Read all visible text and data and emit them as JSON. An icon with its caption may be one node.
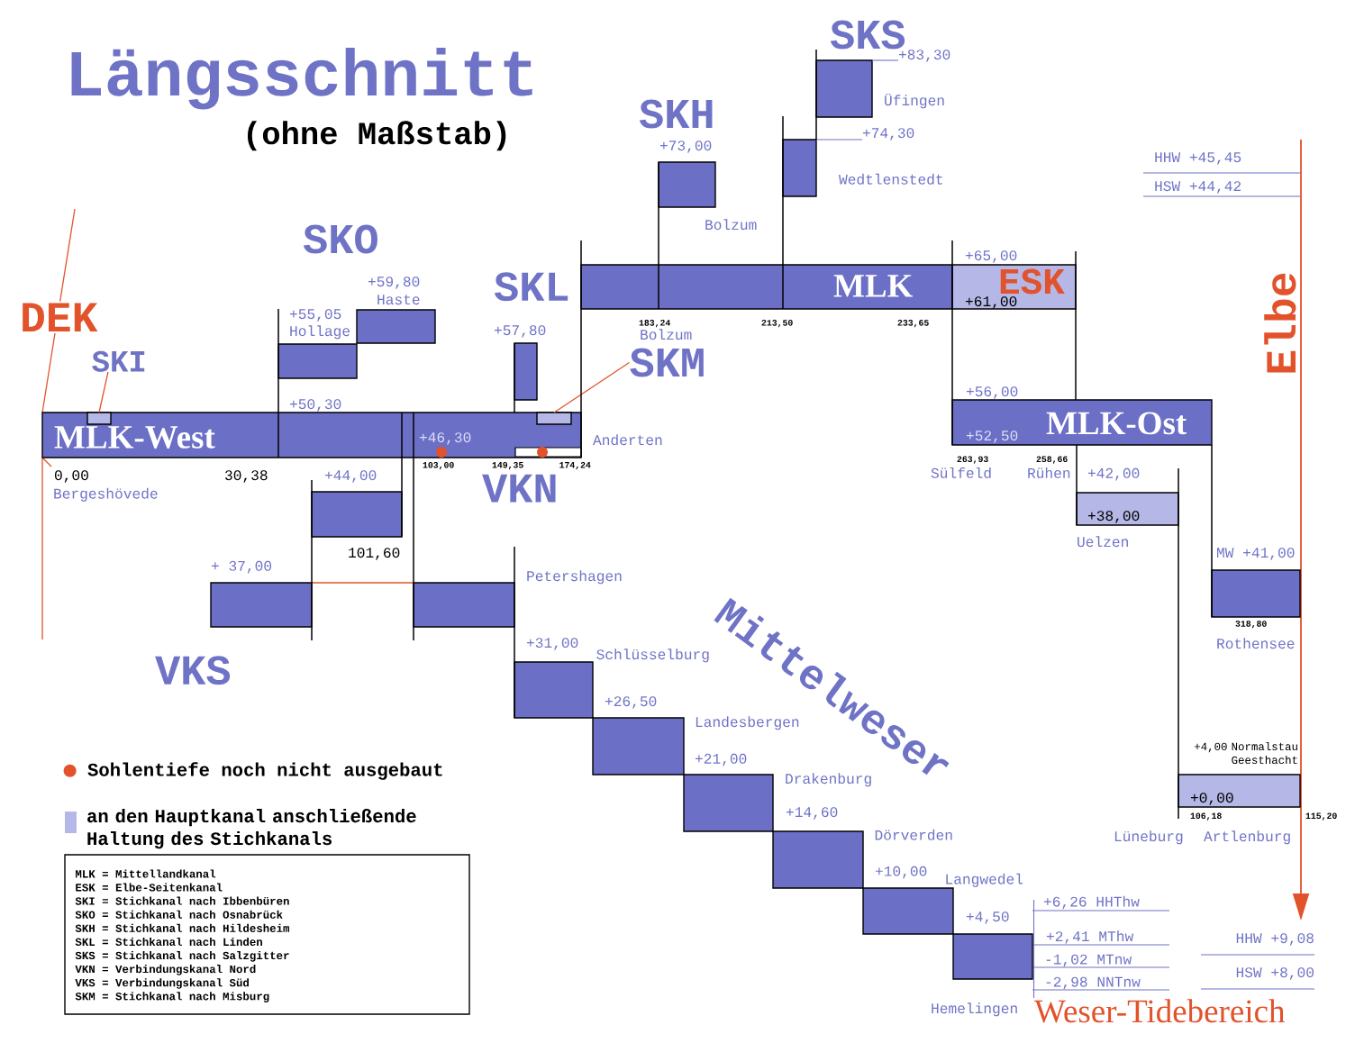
{
  "diagram": {
    "title": "Längsschnitt",
    "nodes": [
      {
        "text": [],
        "shape": "box"
      },
      {
        "text": [
          "+83,30"
        ]
      },
      {
        "text": [],
        "shape": "box"
      },
      {
        "text": [
          "+74,30"
        ]
      },
      {
        "text": [],
        "shape": "box"
      },
      {
        "text": [
          "MLK"
        ]
      },
      {
        "text": [
          "ESK",
          "+61,00"
        ]
      },
      {
        "text": [],
        "shape": "box"
      },
      {
        "text": [],
        "shape": "box"
      },
      {
        "text": [],
        "shape": "box"
      },
      {
        "text": [
          "SKI"
        ]
      },
      {
        "text": [
          "SKM"
        ]
      },
      {
        "text": [
          "MLK-West",
          "+46,30"
        ]
      },
      {
        "text": [],
        "shape": "box",
        "in": 12
      },
      {
        "text": [],
        "shape": "box",
        "in": 12
      },
      {
        "text": [
          "MLK-Ost",
          "+52,50"
        ]
      },
      {
        "text": [],
        "shape": "box"
      },
      {
        "text": [
          "+38,00"
        ]
      },
      {
        "text": [],
        "shape": "box"
      },
      {
        "text": [],
        "shape": "box"
      },
      {
        "text": [],
        "shape": "box"
      },
      {
        "text": [],
        "shape": "box"
      },
      {
        "text": [],
        "shape": "box"
      },
      {
        "text": [
          "+0,00"
        ]
      },
      {
        "text": [],
        "shape": "box"
      },
      {
        "text": [],
        "shape": "box"
      },
      {
        "text": [
          "MLK = Mittellandkanal",
          "ESK = Elbe-Seitenkanal",
          "SKI = Stichkanal nach Ibbenbüren",
          "SKO = Stichkanal nach Osnabrück",
          "SKH = Stichkanal nach Hildesheim",
          "SKL = Stichkanal nach Linden",
          "SKS = Stichkanal nach Salzgitter",
          "VKN = Verbindungskanal Nord",
          "VKS = Verbindungskanal Süd",
          "SKM = Stichkanal nach Misburg"
        ]
      },
      {
        "text": [],
        "shape": "box"
      },
      {
        "text": [],
        "shape": "box"
      }
    ],
    "edges": [
      {
        "from": 1,
        "to": 0,
        "arrow": "none",
        "color": "#6f73c6"
      },
      {
        "from": 3,
        "to": 2,
        "arrow": "none",
        "color": "#6f73c6"
      },
      {
        "from": 10,
        "to": 13,
        "arrow": "none",
        "color": "#e2522b"
      },
      {
        "from": 11,
        "to": 14,
        "arrow": "none",
        "color": "#e2522b"
      },
      {
        "from": 19,
        "to": 20,
        "arrow": "none",
        "color": "#e2522b"
      },
      {
        "from": 0,
        "to": 2,
        "arrow": "none"
      },
      {
        "from": 2,
        "to": 5,
        "arrow": "none"
      },
      {
        "from": 4,
        "to": 5,
        "arrow": "none"
      },
      {
        "from": 5,
        "to": 12,
        "arrow": "none"
      },
      {
        "from": 5,
        "to": 15,
        "arrow": "none"
      },
      {
        "from": 6,
        "to": 15,
        "arrow": "none"
      },
      {
        "from": 8,
        "to": 12,
        "arrow": "none"
      },
      {
        "from": 9,
        "to": 12,
        "arrow": "none"
      },
      {
        "from": 12,
        "to": 16,
        "arrow": "none"
      },
      {
        "from": 12,
        "to": 20,
        "arrow": "none"
      },
      {
        "from": 16,
        "to": 19,
        "arrow": "none"
      },
      {
        "from": 20,
        "to": 21,
        "arrow": "none"
      },
      {
        "from": 15,
        "to": 17,
        "arrow": "none"
      },
      {
        "from": 15,
        "to": 18,
        "arrow": "none"
      },
      {
        "from": 17,
        "to": 23,
        "arrow": "none"
      }
    ],
    "labels": [
      "(ohne Maßstab)",
      "SKS",
      "Üfingen",
      "SKH",
      "+73,00",
      "HHW +45,45",
      "Wedtlenstedt",
      "HSW +44,42",
      "Bolzum",
      "SKO",
      "+65,00",
      "+59,80",
      "SKL",
      "Haste",
      "+55,05",
      "183,24",
      "213,50",
      "233,65",
      "DEK",
      "Hollage",
      "+57,80",
      "Bolzum",
      "Elbe",
      "+56,00",
      "+50,30",
      "Anderten",
      "103,00",
      "149,35",
      "174,24",
      "263,93",
      "258,66",
      "0,00",
      "30,38",
      "+44,00",
      "Sülfeld",
      "Rühen",
      "+42,00",
      "Bergeshövede",
      "VKN",
      "Uelzen",
      "101,60",
      "MW +41,00",
      "+ 37,00",
      "Petershagen",
      "318,80",
      "+31,00",
      "Rothensee",
      "Schlüsselburg",
      "VKS",
      "Mittelweser",
      "+26,50",
      "Landesbergen",
      "+4,00 Normalstau Geesthacht",
      "+21,00",
      "Drakenburg",
      "+14,60",
      "106,18",
      "115,20",
      "Dörverden",
      "Lüneburg",
      "Artlenburg",
      "+10,00",
      "Langwedel",
      "+6,26 HHThw",
      "+4,50",
      "+2,41 MThw",
      "HHW +9,08",
      "-1,02 MTnw",
      "HSW +8,00",
      "-2,98 NNTnw",
      "Hemelingen",
      "Weser-Tidebereich"
    ],
    "legend": [
      {
        "text": "Sohlentiefe noch nicht ausgebaut",
        "color": "#e2522b"
      },
      {
        "text": "an den Hauptkanal anschließende Haltung des Stichkanals",
        "color": "#b5b8e6"
      }
    ]
  }
}
